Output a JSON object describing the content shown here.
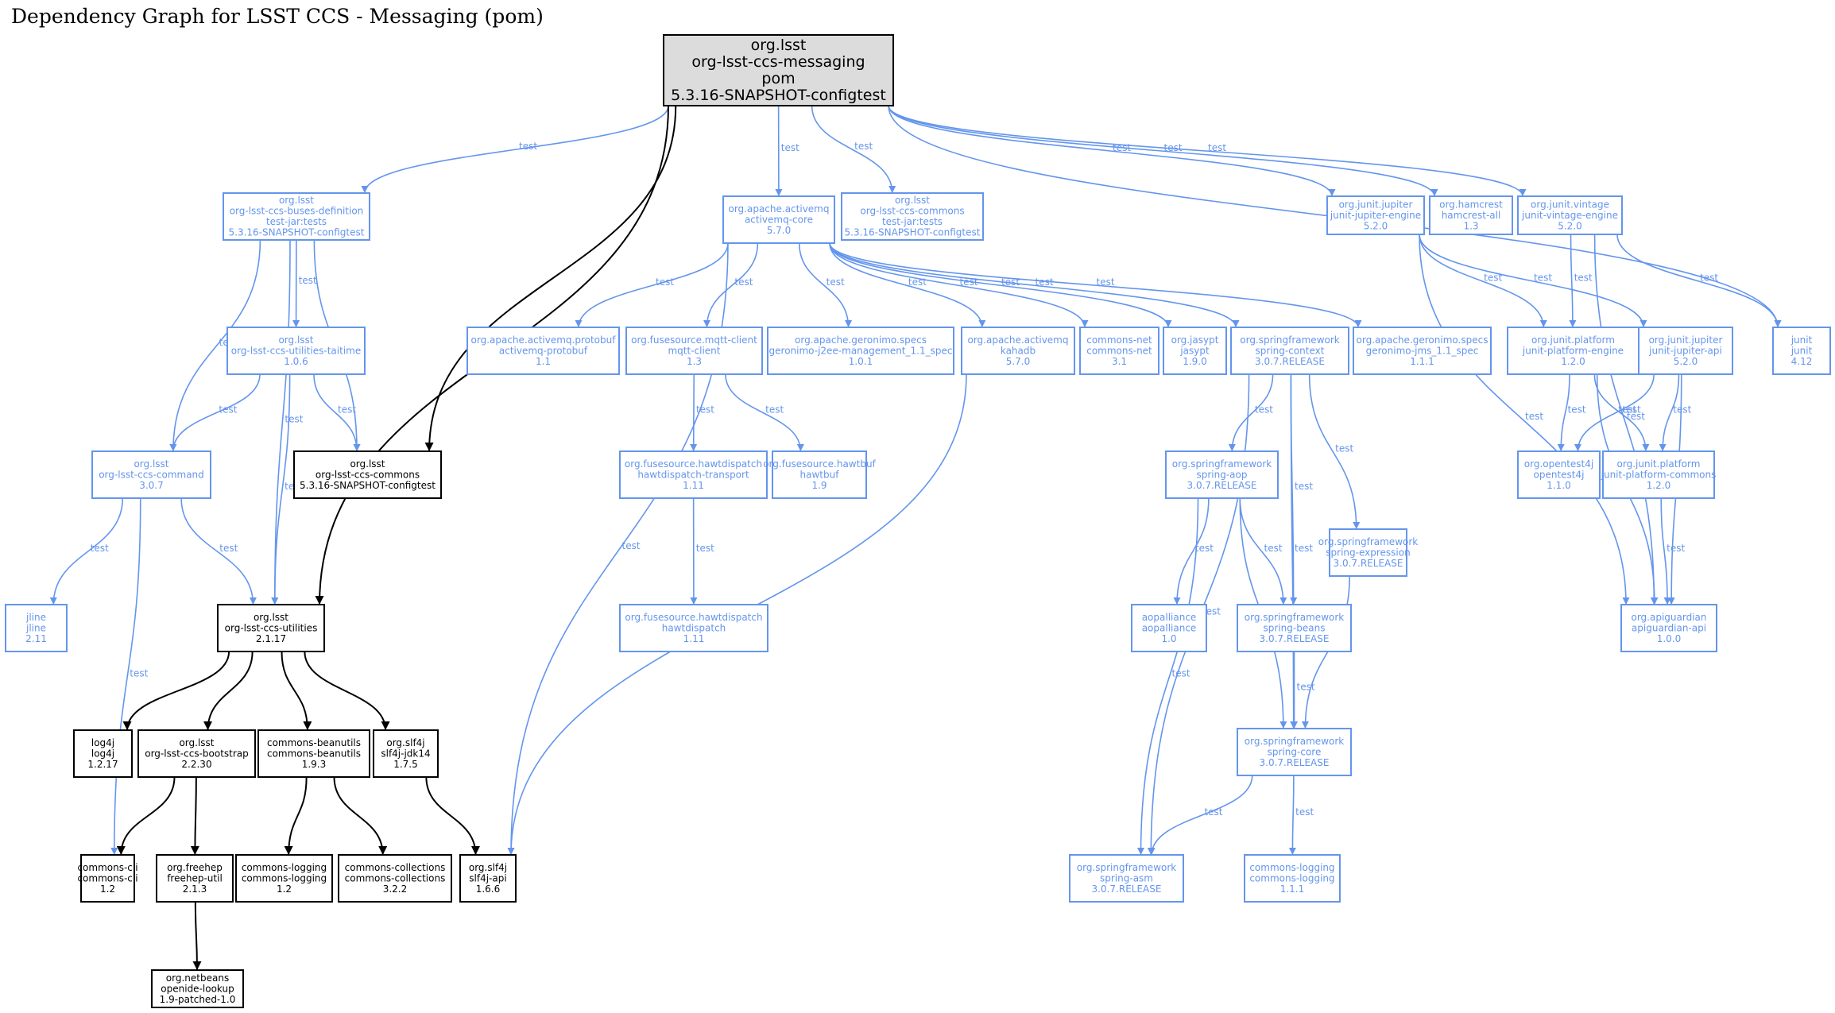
{
  "title": "Dependency Graph for LSST CCS - Messaging (pom)",
  "colors": {
    "test": "#6495ed",
    "compile": "#000000",
    "root_fill": "#dcdcdc"
  },
  "edge_label": "test",
  "nodes": [
    {
      "id": "root",
      "kind": "root",
      "lines": [
        "org.lsst",
        "org-lsst-ccs-messaging",
        "pom",
        "5.3.16-SNAPSHOT-configtest"
      ]
    },
    {
      "id": "buses",
      "kind": "test",
      "lines": [
        "org.lsst",
        "org-lsst-ccs-buses-definition",
        "test-jar:tests",
        "5.3.16-SNAPSHOT-configtest"
      ]
    },
    {
      "id": "amqcore",
      "kind": "test",
      "lines": [
        "org.apache.activemq",
        "activemq-core",
        "5.7.0"
      ]
    },
    {
      "id": "commonstests",
      "kind": "test",
      "lines": [
        "org.lsst",
        "org-lsst-ccs-commons",
        "test-jar:tests",
        "5.3.16-SNAPSHOT-configtest"
      ]
    },
    {
      "id": "jupengine",
      "kind": "test",
      "lines": [
        "org.junit.jupiter",
        "junit-jupiter-engine",
        "5.2.0"
      ]
    },
    {
      "id": "hamcrest",
      "kind": "test",
      "lines": [
        "org.hamcrest",
        "hamcrest-all",
        "1.3"
      ]
    },
    {
      "id": "vintage",
      "kind": "test",
      "lines": [
        "org.junit.vintage",
        "junit-vintage-engine",
        "5.2.0"
      ]
    },
    {
      "id": "taitime",
      "kind": "test",
      "lines": [
        "org.lsst",
        "org-lsst-ccs-utilities-taitime",
        "1.0.6"
      ]
    },
    {
      "id": "protobuf",
      "kind": "test",
      "lines": [
        "org.apache.activemq.protobuf",
        "activemq-protobuf",
        "1.1"
      ]
    },
    {
      "id": "mqtt",
      "kind": "test",
      "lines": [
        "org.fusesource.mqtt-client",
        "mqtt-client",
        "1.3"
      ]
    },
    {
      "id": "j2ee",
      "kind": "test",
      "lines": [
        "org.apache.geronimo.specs",
        "geronimo-j2ee-management_1.1_spec",
        "1.0.1"
      ]
    },
    {
      "id": "kahadb",
      "kind": "test",
      "lines": [
        "org.apache.activemq",
        "kahadb",
        "5.7.0"
      ]
    },
    {
      "id": "cnet",
      "kind": "test",
      "lines": [
        "commons-net",
        "commons-net",
        "3.1"
      ]
    },
    {
      "id": "jasypt",
      "kind": "test",
      "lines": [
        "org.jasypt",
        "jasypt",
        "1.9.0"
      ]
    },
    {
      "id": "sctx",
      "kind": "test",
      "lines": [
        "org.springframework",
        "spring-context",
        "3.0.7.RELEASE"
      ]
    },
    {
      "id": "jms",
      "kind": "test",
      "lines": [
        "org.apache.geronimo.specs",
        "geronimo-jms_1.1_spec",
        "1.1.1"
      ]
    },
    {
      "id": "pengine",
      "kind": "test",
      "lines": [
        "org.junit.platform",
        "junit-platform-engine",
        "1.2.0"
      ]
    },
    {
      "id": "jupapi",
      "kind": "test",
      "lines": [
        "org.junit.jupiter",
        "junit-jupiter-api",
        "5.2.0"
      ]
    },
    {
      "id": "junit",
      "kind": "test",
      "lines": [
        "junit",
        "junit",
        "4.12"
      ]
    },
    {
      "id": "command",
      "kind": "test",
      "lines": [
        "org.lsst",
        "org-lsst-ccs-command",
        "3.0.7"
      ]
    },
    {
      "id": "commons",
      "kind": "dep",
      "lines": [
        "org.lsst",
        "org-lsst-ccs-commons",
        "5.3.16-SNAPSHOT-configtest"
      ]
    },
    {
      "id": "hdtrans",
      "kind": "test",
      "lines": [
        "org.fusesource.hawtdispatch",
        "hawtdispatch-transport",
        "1.11"
      ]
    },
    {
      "id": "hawtbuf",
      "kind": "test",
      "lines": [
        "org.fusesource.hawtbuf",
        "hawtbuf",
        "1.9"
      ]
    },
    {
      "id": "saop",
      "kind": "test",
      "lines": [
        "org.springframework",
        "spring-aop",
        "3.0.7.RELEASE"
      ]
    },
    {
      "id": "opentest",
      "kind": "test",
      "lines": [
        "org.opentest4j",
        "opentest4j",
        "1.1.0"
      ]
    },
    {
      "id": "pcommons",
      "kind": "test",
      "lines": [
        "org.junit.platform",
        "junit-platform-commons",
        "1.2.0"
      ]
    },
    {
      "id": "sexpr",
      "kind": "test",
      "lines": [
        "org.springframework",
        "spring-expression",
        "3.0.7.RELEASE"
      ]
    },
    {
      "id": "jline",
      "kind": "test",
      "lines": [
        "jline",
        "jline",
        "2.11"
      ]
    },
    {
      "id": "utilities",
      "kind": "dep",
      "lines": [
        "org.lsst",
        "org-lsst-ccs-utilities",
        "2.1.17"
      ]
    },
    {
      "id": "hawtdispatch",
      "kind": "test",
      "lines": [
        "org.fusesource.hawtdispatch",
        "hawtdispatch",
        "1.11"
      ]
    },
    {
      "id": "aopalliance",
      "kind": "test",
      "lines": [
        "aopalliance",
        "aopalliance",
        "1.0"
      ]
    },
    {
      "id": "sbeans",
      "kind": "test",
      "lines": [
        "org.springframework",
        "spring-beans",
        "3.0.7.RELEASE"
      ]
    },
    {
      "id": "apiguardian",
      "kind": "test",
      "lines": [
        "org.apiguardian",
        "apiguardian-api",
        "1.0.0"
      ]
    },
    {
      "id": "log4j",
      "kind": "dep",
      "lines": [
        "log4j",
        "log4j",
        "1.2.17"
      ]
    },
    {
      "id": "bootstrap",
      "kind": "dep",
      "lines": [
        "org.lsst",
        "org-lsst-ccs-bootstrap",
        "2.2.30"
      ]
    },
    {
      "id": "beanutils",
      "kind": "dep",
      "lines": [
        "commons-beanutils",
        "commons-beanutils",
        "1.9.3"
      ]
    },
    {
      "id": "jdk14",
      "kind": "dep",
      "lines": [
        "org.slf4j",
        "slf4j-jdk14",
        "1.7.5"
      ]
    },
    {
      "id": "score",
      "kind": "test",
      "lines": [
        "org.springframework",
        "spring-core",
        "3.0.7.RELEASE"
      ]
    },
    {
      "id": "cli",
      "kind": "dep",
      "lines": [
        "commons-cli",
        "commons-cli",
        "1.2"
      ]
    },
    {
      "id": "freehep",
      "kind": "dep",
      "lines": [
        "org.freehep",
        "freehep-util",
        "2.1.3"
      ]
    },
    {
      "id": "clog",
      "kind": "dep",
      "lines": [
        "commons-logging",
        "commons-logging",
        "1.2"
      ]
    },
    {
      "id": "ccoll",
      "kind": "dep",
      "lines": [
        "commons-collections",
        "commons-collections",
        "3.2.2"
      ]
    },
    {
      "id": "slf4japi",
      "kind": "dep",
      "lines": [
        "org.slf4j",
        "slf4j-api",
        "1.6.6"
      ]
    },
    {
      "id": "sasm",
      "kind": "test",
      "lines": [
        "org.springframework",
        "spring-asm",
        "3.0.7.RELEASE"
      ]
    },
    {
      "id": "clog111",
      "kind": "test",
      "lines": [
        "commons-logging",
        "commons-logging",
        "1.1.1"
      ]
    },
    {
      "id": "netbeans",
      "kind": "dep",
      "lines": [
        "org.netbeans",
        "openide-lookup",
        "1.9-patched-1.0"
      ]
    }
  ],
  "edges": [
    {
      "from": "root",
      "to": "buses",
      "kind": "test",
      "label": "test"
    },
    {
      "from": "root",
      "to": "commons",
      "kind": "dep",
      "label": ""
    },
    {
      "from": "root",
      "to": "utilities",
      "kind": "dep",
      "label": ""
    },
    {
      "from": "root",
      "to": "amqcore",
      "kind": "test",
      "label": "test"
    },
    {
      "from": "root",
      "to": "commonstests",
      "kind": "test",
      "label": "test"
    },
    {
      "from": "root",
      "to": "jupengine",
      "kind": "test",
      "label": "test"
    },
    {
      "from": "root",
      "to": "hamcrest",
      "kind": "test",
      "label": "test"
    },
    {
      "from": "root",
      "to": "vintage",
      "kind": "test",
      "label": "test"
    },
    {
      "from": "root",
      "to": "junit",
      "kind": "test",
      "label": "test"
    },
    {
      "from": "buses",
      "to": "taitime",
      "kind": "test",
      "label": "test"
    },
    {
      "from": "buses",
      "to": "command",
      "kind": "test",
      "label": "test"
    },
    {
      "from": "buses",
      "to": "utilities",
      "kind": "test",
      "label": "test"
    },
    {
      "from": "buses",
      "to": "commons",
      "kind": "test",
      "label": "test"
    },
    {
      "from": "taitime",
      "to": "command",
      "kind": "test",
      "label": "test"
    },
    {
      "from": "taitime",
      "to": "utilities",
      "kind": "test",
      "label": "test"
    },
    {
      "from": "taitime",
      "to": "commons",
      "kind": "test",
      "label": "test"
    },
    {
      "from": "command",
      "to": "jline",
      "kind": "test",
      "label": "test"
    },
    {
      "from": "command",
      "to": "utilities",
      "kind": "test",
      "label": "test"
    },
    {
      "from": "command",
      "to": "cli",
      "kind": "test",
      "label": "test"
    },
    {
      "from": "amqcore",
      "to": "protobuf",
      "kind": "test",
      "label": "test"
    },
    {
      "from": "amqcore",
      "to": "mqtt",
      "kind": "test",
      "label": "test"
    },
    {
      "from": "amqcore",
      "to": "j2ee",
      "kind": "test",
      "label": "test"
    },
    {
      "from": "amqcore",
      "to": "kahadb",
      "kind": "test",
      "label": "test"
    },
    {
      "from": "amqcore",
      "to": "cnet",
      "kind": "test",
      "label": "test"
    },
    {
      "from": "amqcore",
      "to": "jasypt",
      "kind": "test",
      "label": "test"
    },
    {
      "from": "amqcore",
      "to": "sctx",
      "kind": "test",
      "label": "test"
    },
    {
      "from": "amqcore",
      "to": "jms",
      "kind": "test",
      "label": "test"
    },
    {
      "from": "amqcore",
      "to": "slf4japi",
      "kind": "test",
      "label": "test"
    },
    {
      "from": "mqtt",
      "to": "hdtrans",
      "kind": "test",
      "label": "test"
    },
    {
      "from": "mqtt",
      "to": "hawtbuf",
      "kind": "test",
      "label": "test"
    },
    {
      "from": "hdtrans",
      "to": "hawtdispatch",
      "kind": "test",
      "label": "test"
    },
    {
      "from": "kahadb",
      "to": "slf4japi",
      "kind": "test",
      "label": "test"
    },
    {
      "from": "sctx",
      "to": "saop",
      "kind": "test",
      "label": "test"
    },
    {
      "from": "sctx",
      "to": "sbeans",
      "kind": "test",
      "label": "test"
    },
    {
      "from": "sctx",
      "to": "sexpr",
      "kind": "test",
      "label": "test"
    },
    {
      "from": "sctx",
      "to": "score",
      "kind": "test",
      "label": "test"
    },
    {
      "from": "sctx",
      "to": "sasm",
      "kind": "test",
      "label": "test"
    },
    {
      "from": "saop",
      "to": "aopalliance",
      "kind": "test",
      "label": "test"
    },
    {
      "from": "saop",
      "to": "sbeans",
      "kind": "test",
      "label": "test"
    },
    {
      "from": "saop",
      "to": "score",
      "kind": "test",
      "label": "test"
    },
    {
      "from": "saop",
      "to": "sasm",
      "kind": "test",
      "label": "test"
    },
    {
      "from": "sexpr",
      "to": "score",
      "kind": "test",
      "label": "test"
    },
    {
      "from": "sbeans",
      "to": "score",
      "kind": "test",
      "label": "test"
    },
    {
      "from": "score",
      "to": "sasm",
      "kind": "test",
      "label": "test"
    },
    {
      "from": "score",
      "to": "clog111",
      "kind": "test",
      "label": "test"
    },
    {
      "from": "jupengine",
      "to": "pengine",
      "kind": "test",
      "label": "test"
    },
    {
      "from": "jupengine",
      "to": "jupapi",
      "kind": "test",
      "label": "test"
    },
    {
      "from": "jupengine",
      "to": "apiguardian",
      "kind": "test",
      "label": "test"
    },
    {
      "from": "vintage",
      "to": "pengine",
      "kind": "test",
      "label": "test"
    },
    {
      "from": "vintage",
      "to": "junit",
      "kind": "test",
      "label": "test"
    },
    {
      "from": "vintage",
      "to": "apiguardian",
      "kind": "test",
      "label": "test"
    },
    {
      "from": "pengine",
      "to": "opentest",
      "kind": "test",
      "label": "test"
    },
    {
      "from": "pengine",
      "to": "pcommons",
      "kind": "test",
      "label": "test"
    },
    {
      "from": "pengine",
      "to": "apiguardian",
      "kind": "test",
      "label": "test"
    },
    {
      "from": "jupapi",
      "to": "opentest",
      "kind": "test",
      "label": "test"
    },
    {
      "from": "jupapi",
      "to": "pcommons",
      "kind": "test",
      "label": "test"
    },
    {
      "from": "jupapi",
      "to": "apiguardian",
      "kind": "test",
      "label": "test"
    },
    {
      "from": "pcommons",
      "to": "apiguardian",
      "kind": "test",
      "label": "test"
    },
    {
      "from": "utilities",
      "to": "log4j",
      "kind": "dep",
      "label": ""
    },
    {
      "from": "utilities",
      "to": "bootstrap",
      "kind": "dep",
      "label": ""
    },
    {
      "from": "utilities",
      "to": "beanutils",
      "kind": "dep",
      "label": ""
    },
    {
      "from": "utilities",
      "to": "jdk14",
      "kind": "dep",
      "label": ""
    },
    {
      "from": "bootstrap",
      "to": "cli",
      "kind": "dep",
      "label": ""
    },
    {
      "from": "bootstrap",
      "to": "freehep",
      "kind": "dep",
      "label": ""
    },
    {
      "from": "beanutils",
      "to": "clog",
      "kind": "dep",
      "label": ""
    },
    {
      "from": "beanutils",
      "to": "ccoll",
      "kind": "dep",
      "label": ""
    },
    {
      "from": "jdk14",
      "to": "slf4japi",
      "kind": "dep",
      "label": ""
    },
    {
      "from": "freehep",
      "to": "netbeans",
      "kind": "dep",
      "label": ""
    }
  ]
}
